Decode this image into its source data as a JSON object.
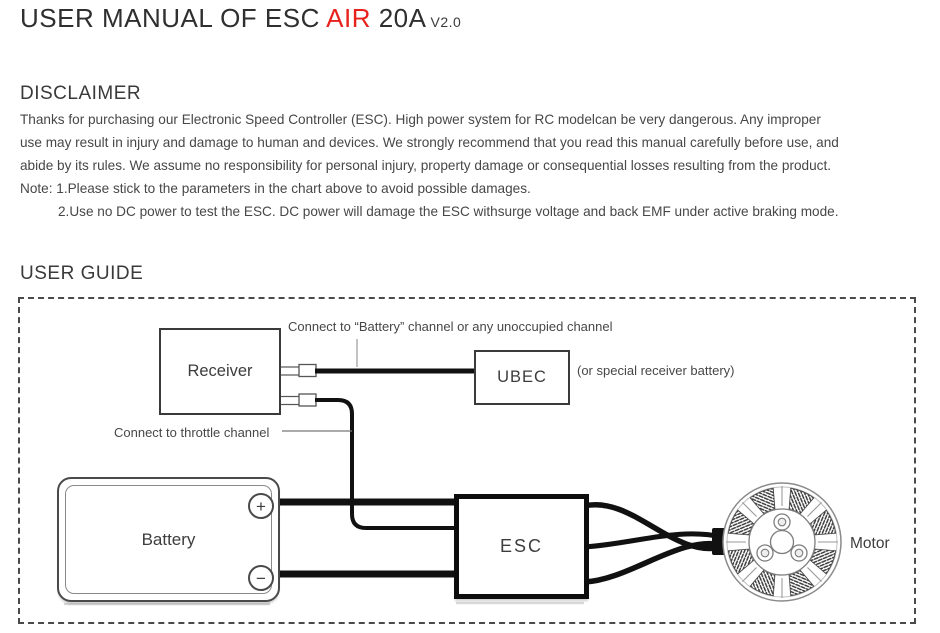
{
  "title": {
    "prefix": "USER MANUAL OF ESC ",
    "highlight": "AIR",
    "suffix": " 20A",
    "version": "V2.0"
  },
  "colors": {
    "accent_red": "#e8211c",
    "text": "#474747",
    "wire": "#111111"
  },
  "disclaimer": {
    "heading": "DISCLAIMER",
    "lines": [
      "Thanks for purchasing our Electronic Speed Controller (ESC). High power system for RC modelcan be very dangerous. Any improper",
      "use may result in injury and damage to human and devices. We strongly recommend that you read this manual carefully before use, and",
      "abide by its rules. We assume no responsibility for personal injury, property damage or consequential losses resulting from the product.",
      "Note: 1.Please stick to the parameters in the chart above to avoid possible damages.",
      "2.Use no DC power to test the ESC. DC power will damage the ESC withsurge voltage and back EMF under active braking mode."
    ]
  },
  "user_guide": {
    "heading": "USER GUIDE",
    "labels": {
      "battery_channel": "Connect to “Battery” channel or any unoccupied channel",
      "ubec_note": "(or special receiver battery)",
      "throttle_channel": "Connect to throttle channel"
    },
    "components": {
      "receiver": "Receiver",
      "ubec": "UBEC",
      "battery": "Battery",
      "esc": "ESC",
      "motor": "Motor",
      "battery_positive": "+",
      "battery_negative": "−"
    }
  }
}
